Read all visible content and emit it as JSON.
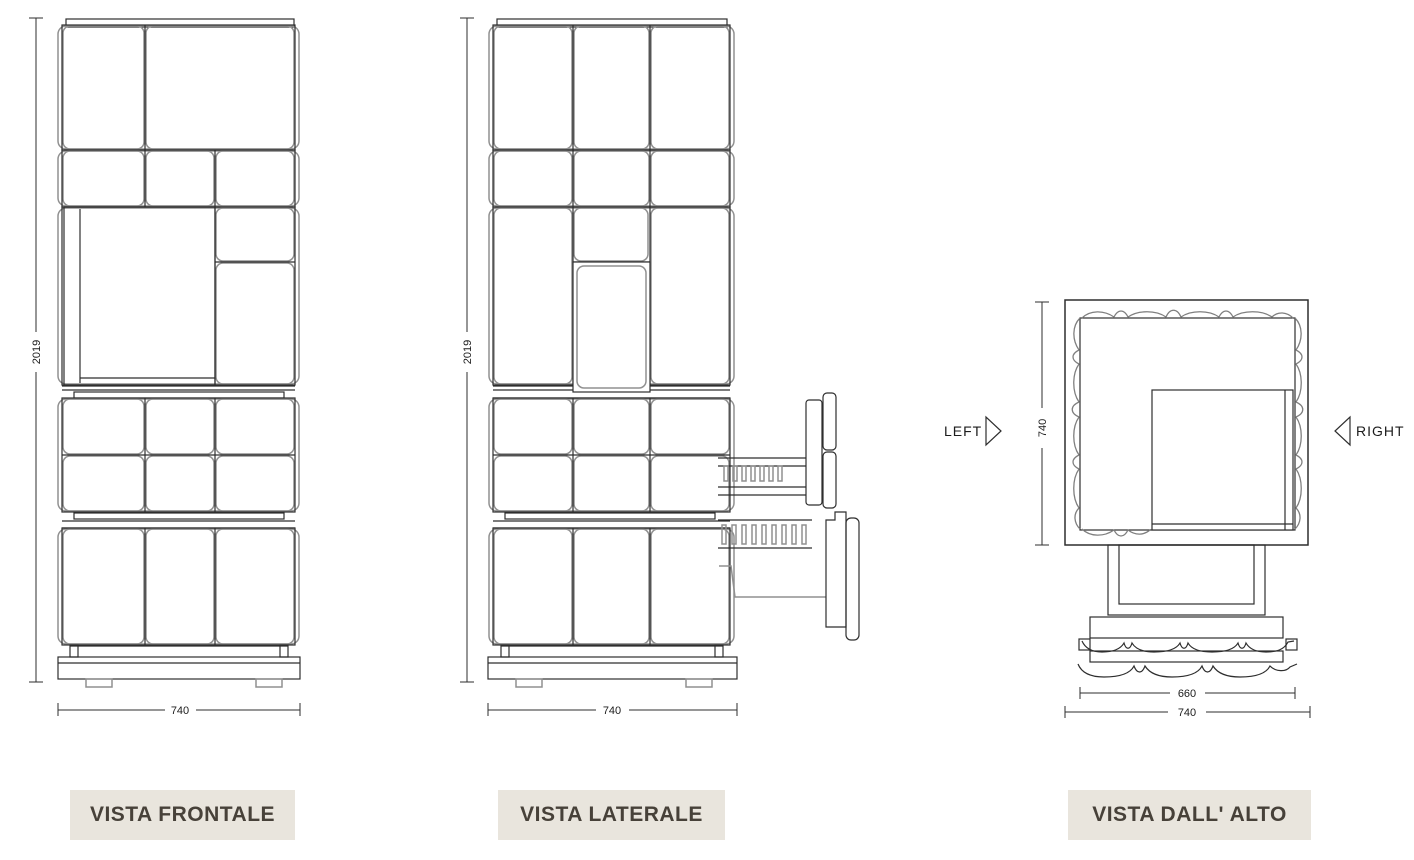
{
  "drawing": {
    "front_view": {
      "label": "VISTA FRONTALE",
      "height_dim": "2019",
      "width_dim": "740"
    },
    "side_view": {
      "label": "VISTA LATERALE",
      "height_dim": "2019",
      "width_dim": "740"
    },
    "top_view": {
      "label": "VISTA DALL' ALTO",
      "side_dim": "740",
      "base_inner_dim": "660",
      "base_outer_dim": "740",
      "left_marker": "LEFT",
      "right_marker": "RIGHT"
    },
    "colors": {
      "line_dark": "#2e2e2e",
      "line_gray": "#8f8f8f",
      "scallop_gray": "#7f7f7f",
      "label_bg": "#e9e5dd",
      "label_text": "#474139",
      "background": "#ffffff"
    }
  }
}
